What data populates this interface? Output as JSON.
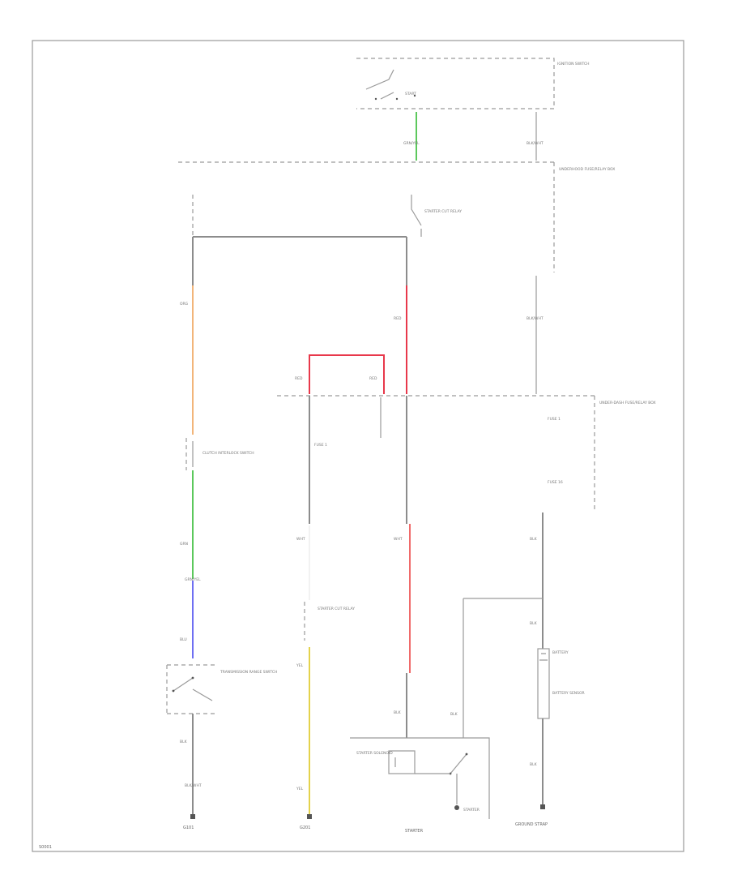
{
  "labels": {
    "ignition_switch": "IGNITION SWITCH",
    "start": "START",
    "fuse_box_top": "UNDERHOOD FUSE/RELAY BOX",
    "starter_cut_relay": "STARTER CUT RELAY",
    "fuse_box_mid": "UNDER-DASH FUSE/RELAY BOX",
    "fuse_a": "FUSE 1",
    "fuse_b": "FUSE 16",
    "clutch_interlock": "CLUTCH INTERLOCK SWITCH",
    "transmission_range": "TRANSMISSION RANGE SWITCH",
    "g101": "G101",
    "g201": "G201",
    "starter": "STARTER",
    "starter_solenoid": "STARTER SOLENOID",
    "battery": "BATTERY",
    "battery_sensor": "BATTERY SENSOR",
    "ground_strap": "GROUND STRAP",
    "w_blk": "BLK",
    "w_wht": "WHT",
    "w_yel": "YEL",
    "w_red": "RED",
    "w_grn": "GRN",
    "w_blu": "BLU",
    "w_org": "ORG",
    "w_blk_wht": "BLK/WHT",
    "w_grn_yel": "GRN/YEL",
    "figure_id": "S0001"
  },
  "colors": {
    "outline": "#9a9a9a",
    "wire_gray": "#8c8c8c",
    "wire_red": "#e8384b",
    "wire_orange": "#f2b57a",
    "wire_green": "#5cc85c",
    "wire_blue": "#6f6ff2",
    "wire_yellow": "#e4d24c",
    "wire_pink": "#f06a6a"
  }
}
